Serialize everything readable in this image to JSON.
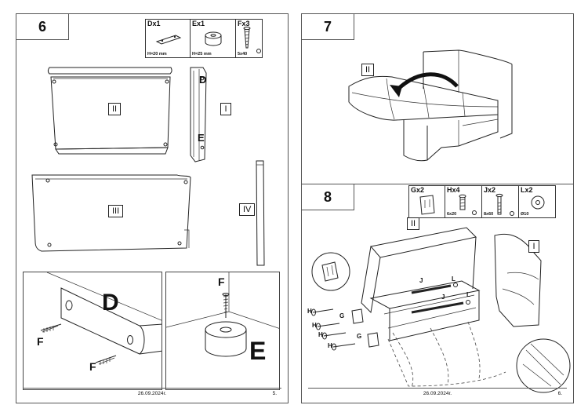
{
  "left_page": {
    "step": "6",
    "parts": [
      {
        "id": "Dx1",
        "dim": "H=20 mm",
        "icon": "wooden-plank-icon"
      },
      {
        "id": "Ex1",
        "dim": "H=25 mm",
        "icon": "round-leg-icon"
      },
      {
        "id": "Fx3",
        "dim": "5x40",
        "icon": "screw-icon"
      }
    ],
    "labels": {
      "ii": "II",
      "i": "I",
      "iii": "III",
      "iv": "IV",
      "d_small": "D",
      "e_small": "E"
    },
    "detail_d": {
      "letter": "D",
      "screw1": "F",
      "screw2": "F"
    },
    "detail_e": {
      "letter": "E",
      "screw": "F"
    },
    "footer": {
      "date": "26.09.2024r.",
      "page": "5."
    }
  },
  "right_page": {
    "step7": {
      "step": "7",
      "label": "II"
    },
    "step8": {
      "step": "8",
      "parts": [
        {
          "id": "Gx2",
          "dim": "",
          "icon": "bracket-icon"
        },
        {
          "id": "Hx4",
          "dim": "6x20",
          "icon": "bolt-icon"
        },
        {
          "id": "Jx2",
          "dim": "8x60",
          "icon": "long-bolt-icon"
        },
        {
          "id": "Lx2",
          "dim": "Ø10",
          "icon": "washer-icon"
        }
      ],
      "labels": {
        "ii": "II",
        "i": "I",
        "j1": "J",
        "j2": "J",
        "l1": "L",
        "l2": "L",
        "h1": "H",
        "h2": "H",
        "h3": "H",
        "h4": "H",
        "g1": "G",
        "g2": "G"
      }
    },
    "footer": {
      "date": "26.09.2024r.",
      "page": "6."
    }
  }
}
